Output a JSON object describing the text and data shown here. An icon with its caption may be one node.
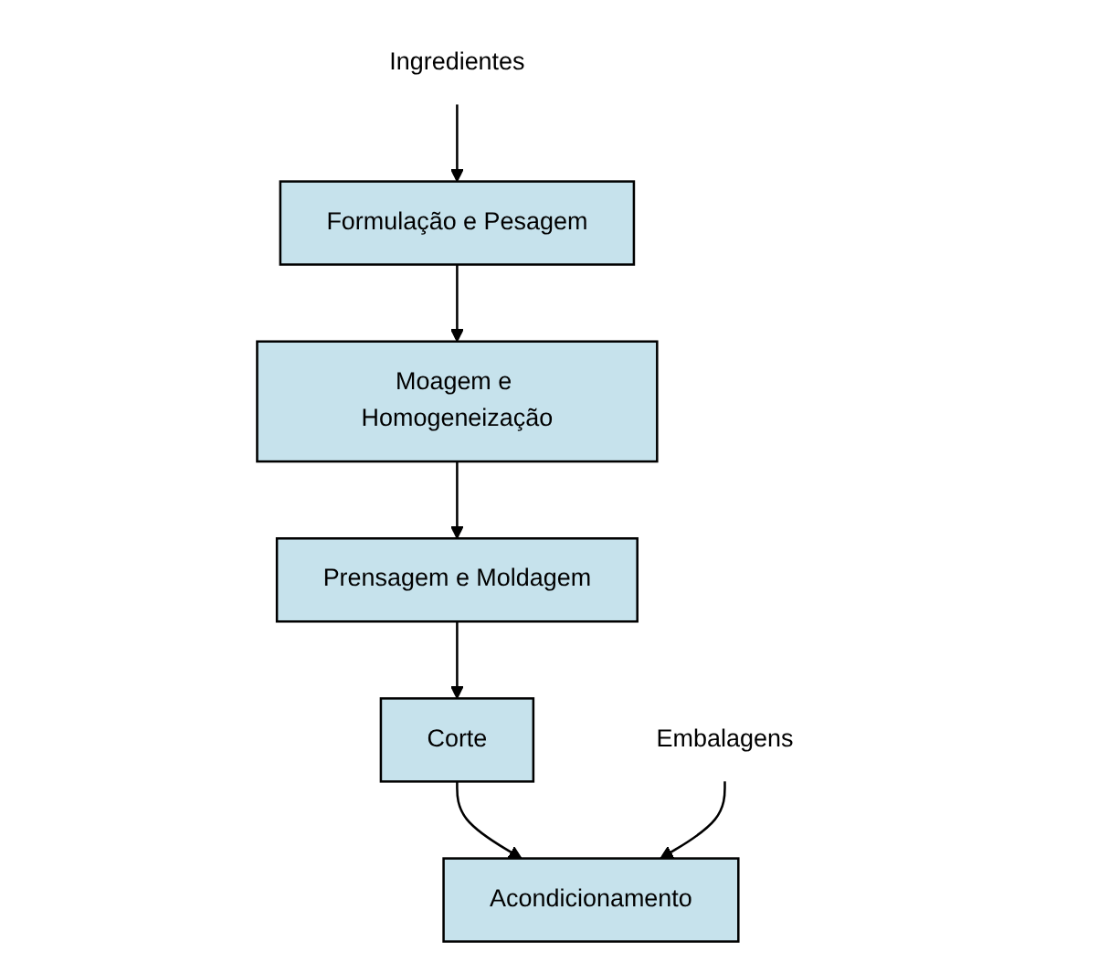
{
  "diagram": {
    "nodes": [
      {
        "text": [
          "Ingredientes"
        ]
      },
      {
        "text": [
          "Formulação e Pesagem"
        ]
      },
      {
        "text": [
          "Moagem e Homogeneização"
        ]
      },
      {
        "text": [
          "Prensagem e Moldagem"
        ]
      },
      {
        "text": [
          "Corte"
        ]
      },
      {
        "text": [
          "Embalagens"
        ]
      },
      {
        "text": [
          "Acondicionamento"
        ]
      }
    ],
    "edges": [
      {
        "from": 0,
        "to": 1,
        "arrow": "to"
      },
      {
        "from": 1,
        "to": 2,
        "arrow": "to"
      },
      {
        "from": 2,
        "to": 3,
        "arrow": "to"
      },
      {
        "from": 3,
        "to": 4,
        "arrow": "to"
      },
      {
        "from": 4,
        "to": 6,
        "arrow": "to"
      },
      {
        "from": 5,
        "to": 6,
        "arrow": "to"
      }
    ]
  }
}
